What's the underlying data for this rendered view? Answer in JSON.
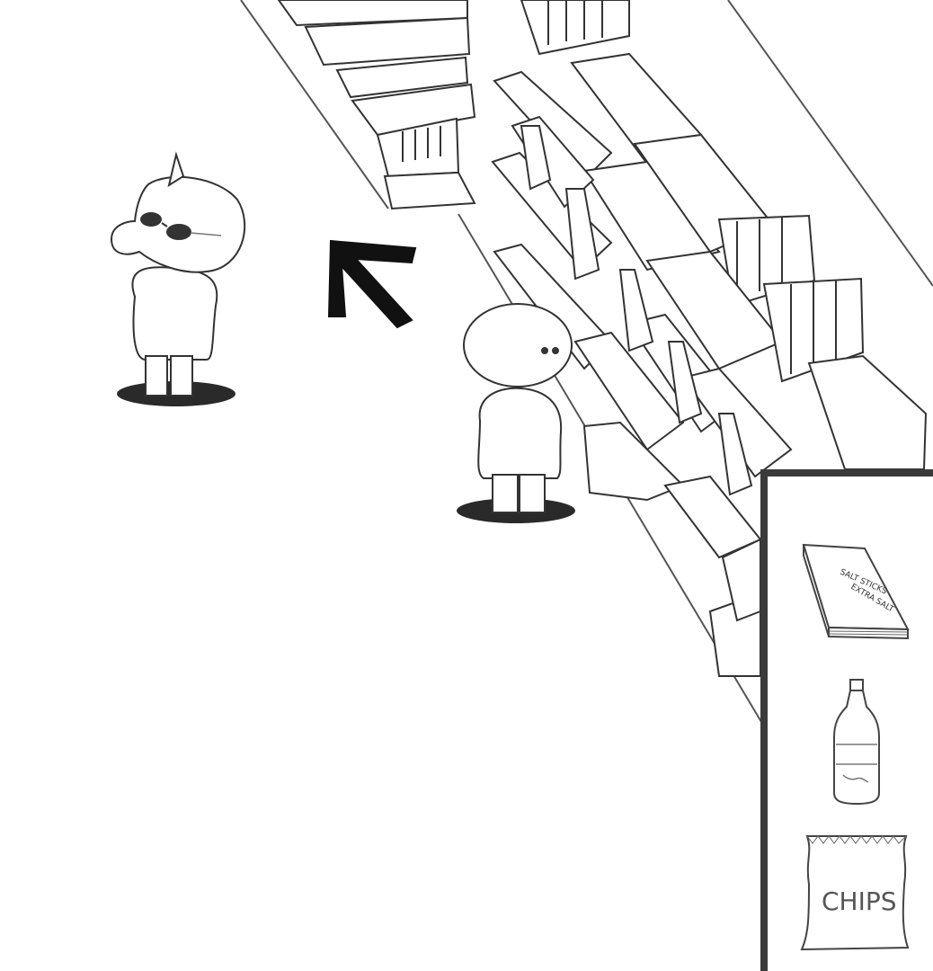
{
  "scene": {
    "npc": "npc-sunglasses-character",
    "player": "player-character",
    "direction": "up-left"
  },
  "inventory": {
    "items": [
      {
        "name": "salt-sticks",
        "label": "SALT STICKS EXTRA SALT",
        "label_line1": "SALT STICKS",
        "label_line2": "EXTRA SALT"
      },
      {
        "name": "soda-bottle",
        "label": ""
      },
      {
        "name": "chips-bag",
        "label": "CHIPS"
      }
    ]
  },
  "colors": {
    "ink": "#111111",
    "line": "#555555",
    "panel_border": "#3a3a3a",
    "shadow": "#2a2a2a"
  }
}
